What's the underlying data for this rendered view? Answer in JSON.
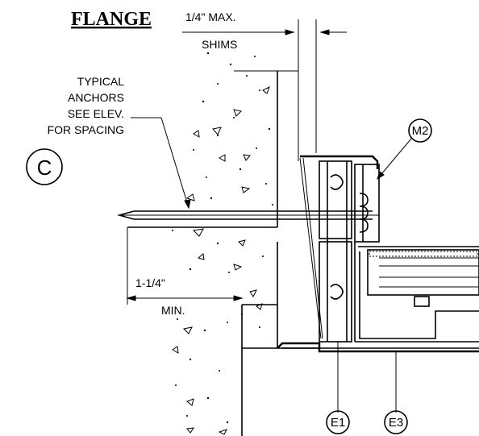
{
  "title": "FLANGE",
  "dimensions": {
    "shim_top": "1/4\" MAX.",
    "shim_bottom": "SHIMS",
    "embed_top": "1-1/4\"",
    "embed_bottom": "MIN."
  },
  "note": {
    "line1": "TYPICAL",
    "line2": "ANCHORS",
    "line3": "SEE ELEV.",
    "line4": "FOR SPACING"
  },
  "section_marker": "C",
  "tags": {
    "m2": "M2",
    "e1": "E1",
    "e3": "E3"
  }
}
